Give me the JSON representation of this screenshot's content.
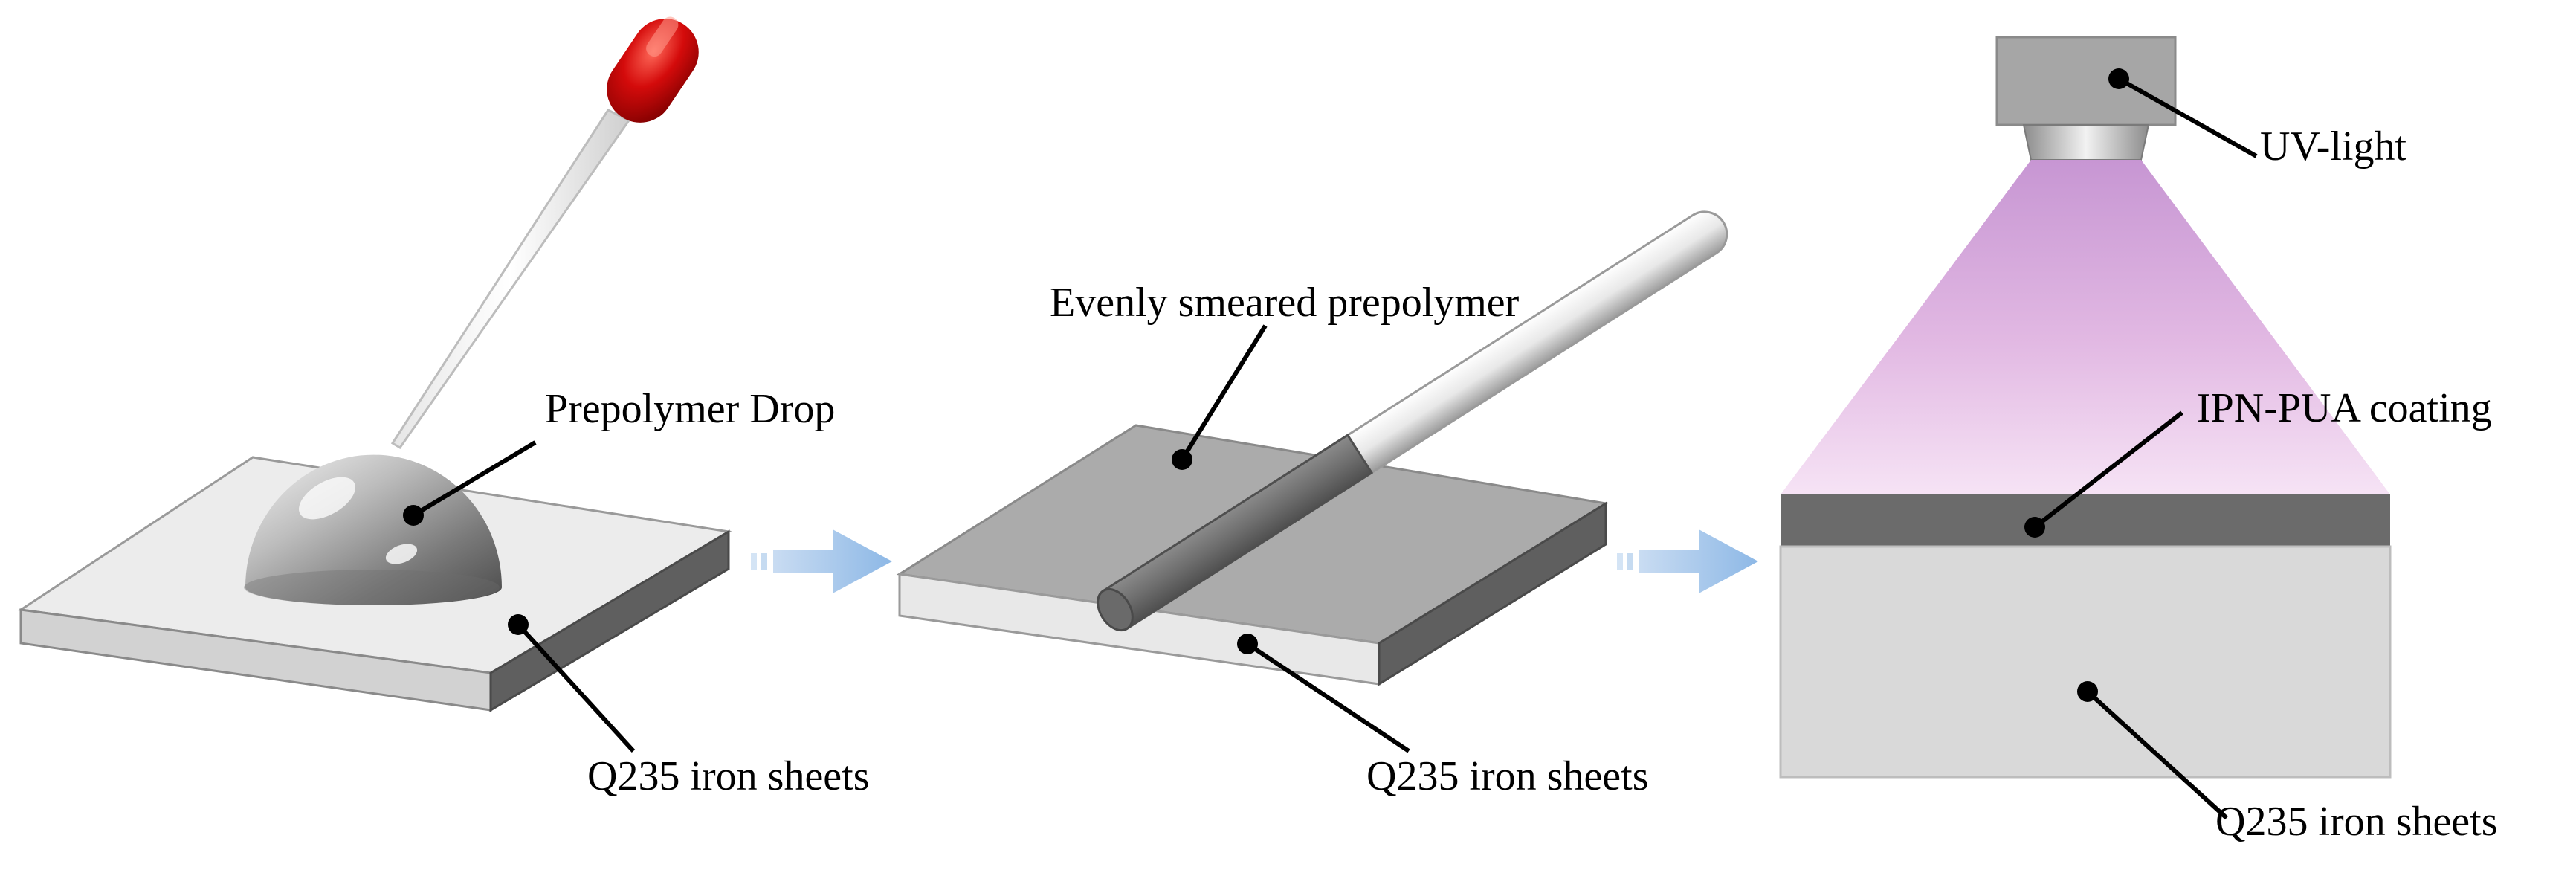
{
  "labels": {
    "prepolymer_drop": "Prepolymer Drop",
    "sheet_1": "Q235 iron sheets",
    "evenly_smeared": "Evenly smeared prepolymer",
    "sheet_2": "Q235 iron sheets",
    "uv_light": "UV-light",
    "coating": "IPN-PUA coating",
    "sheet_3": "Q235 iron sheets"
  },
  "colors": {
    "arrow": "#8db8e6",
    "pipette_bulb": "#d40b0b",
    "uv_glow_top": "#c796d3",
    "uv_glow_bottom": "#f6e3f5",
    "coating_layer": "#6b6b6b",
    "substrate": "#d9d9d9",
    "smeared_film": "#a6a6a6"
  },
  "steps": [
    "drop",
    "smear",
    "uv-cure"
  ]
}
